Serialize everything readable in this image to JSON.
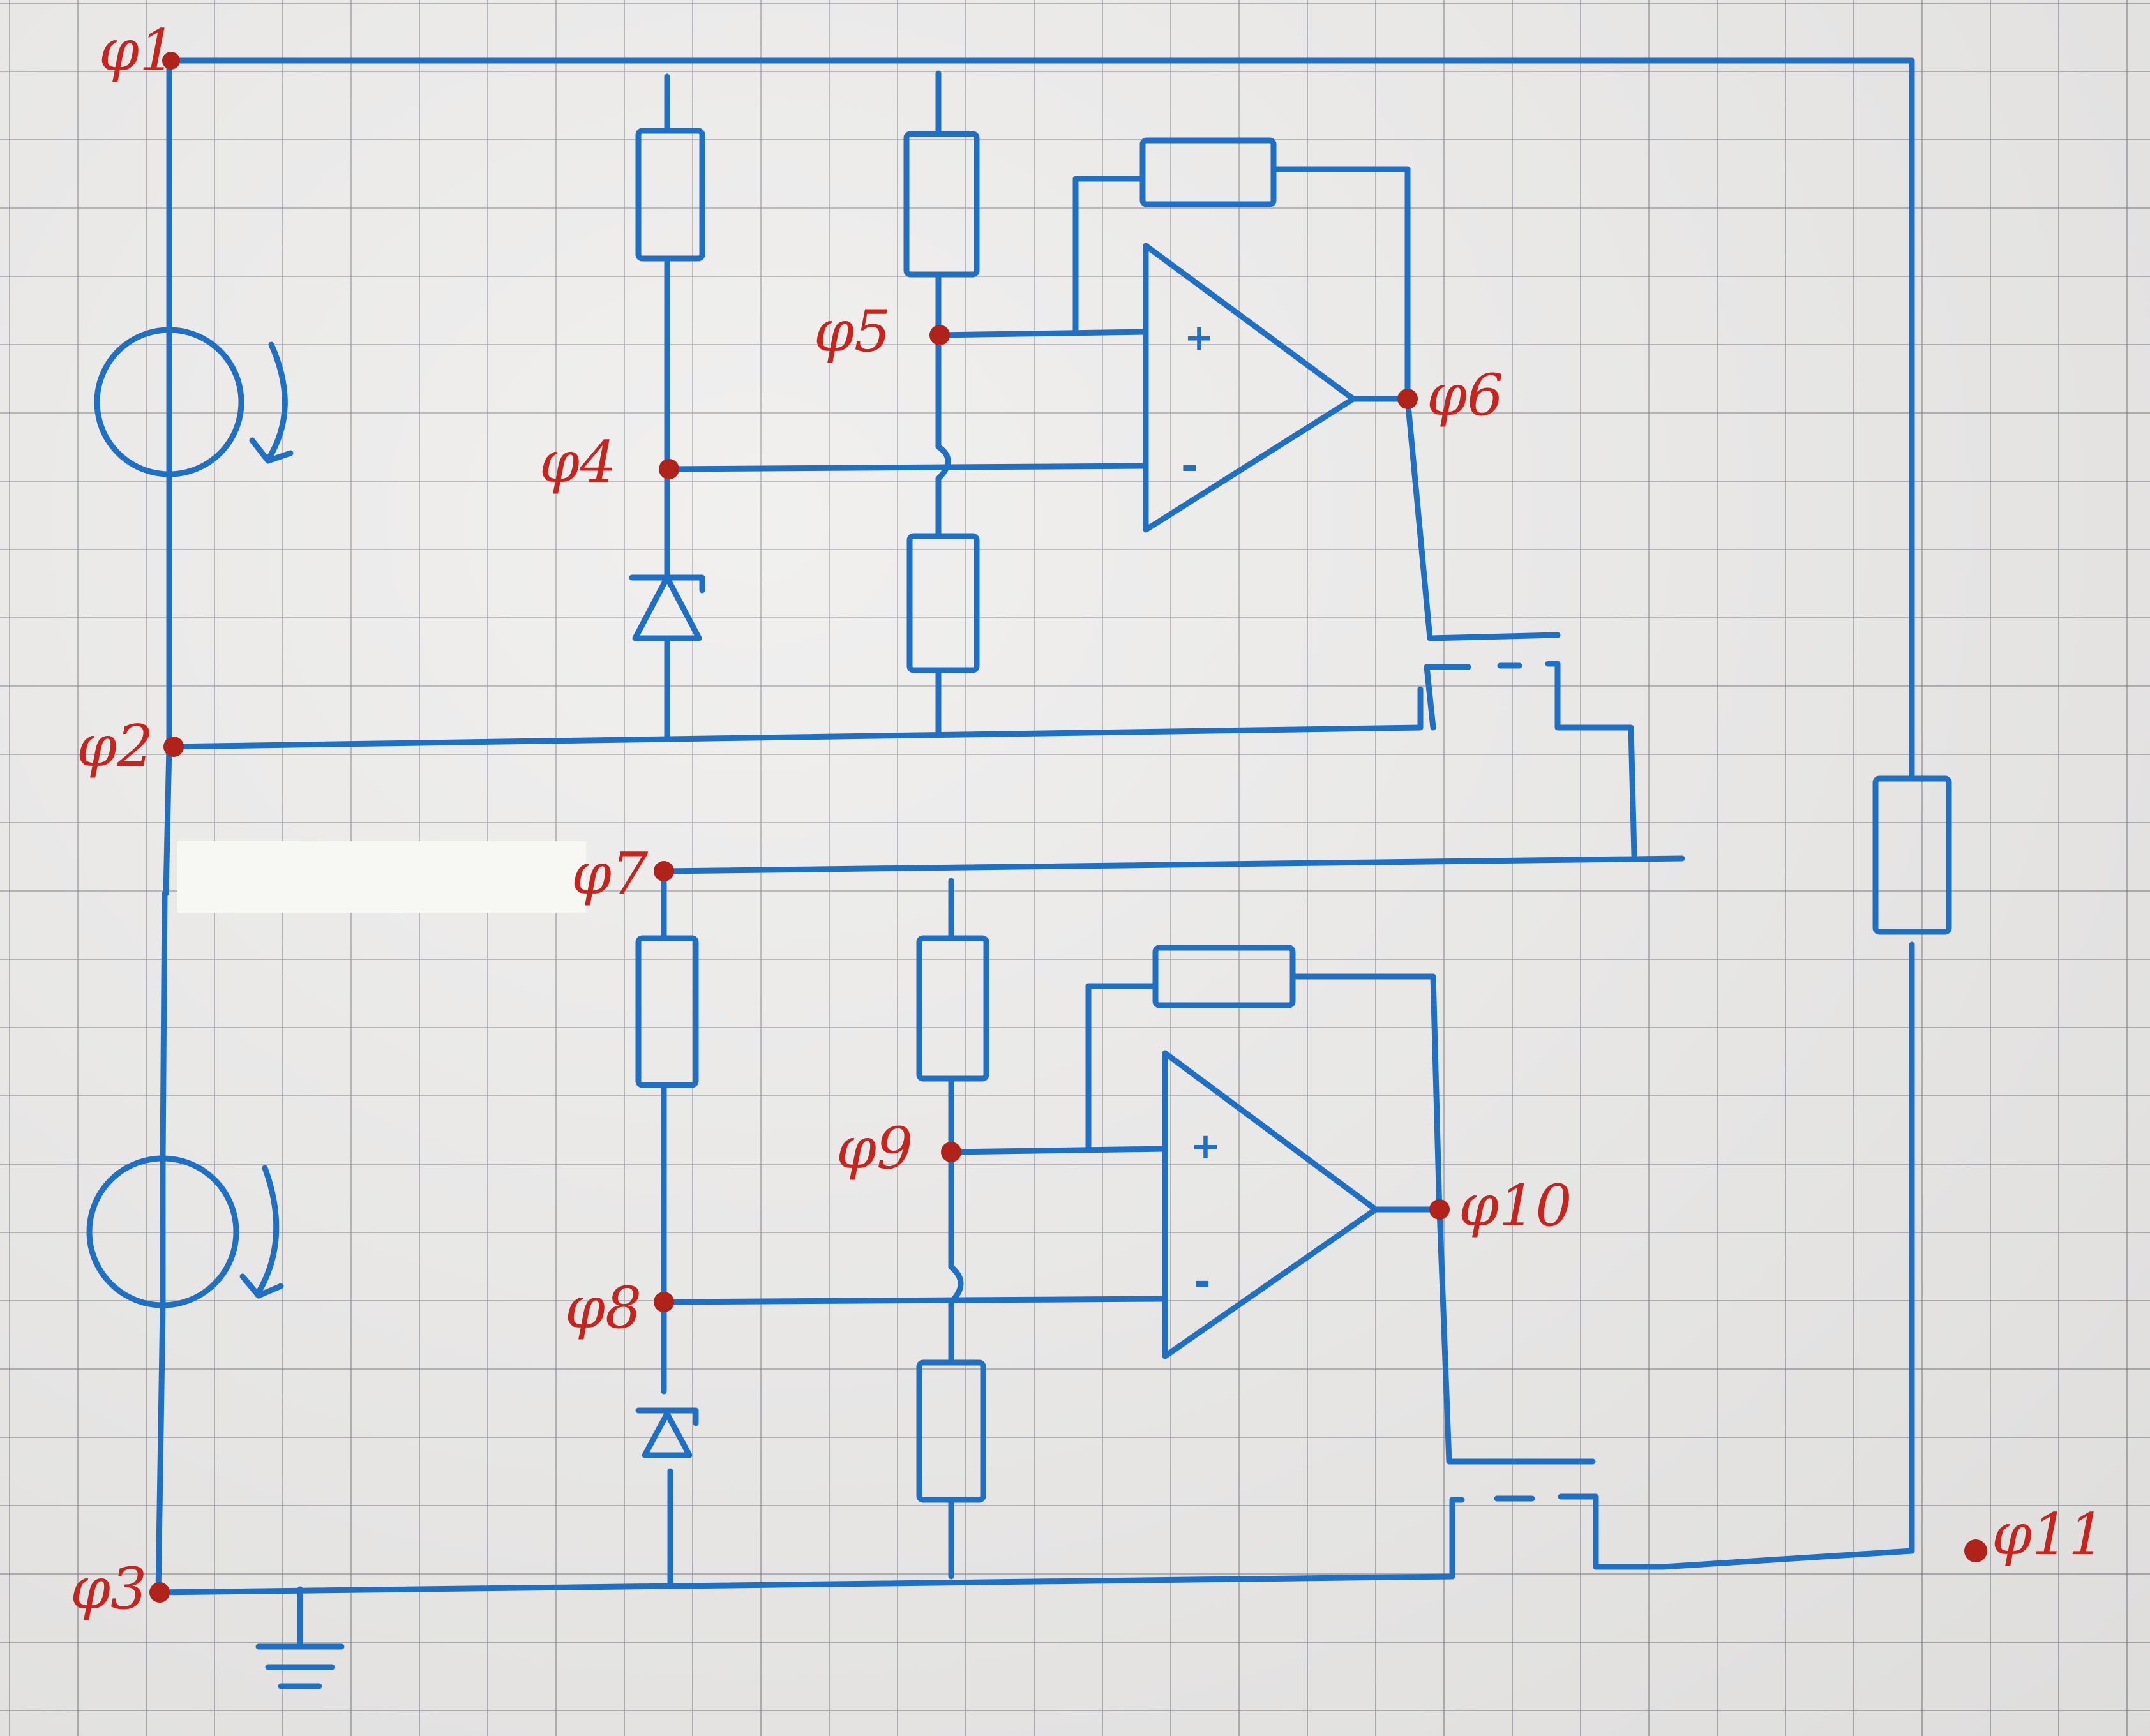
{
  "nodes": {
    "phi1": "φ1",
    "phi2": "φ2",
    "phi3": "φ3",
    "phi4": "φ4",
    "phi5": "φ5",
    "phi6": "φ6",
    "phi7": "φ7",
    "phi8": "φ8",
    "phi9": "φ9",
    "phi10": "φ10",
    "phi11": "φ11"
  },
  "opamp": {
    "plus": "+",
    "minus": "-"
  },
  "colors": {
    "ink": "#1f6fc4",
    "node_label": "#c8231c",
    "grid": "#8a8a94"
  },
  "icons": [
    "current-source-icon",
    "resistor-icon",
    "zener-diode-icon",
    "op-amp-icon",
    "ground-icon",
    "switch-icon"
  ]
}
